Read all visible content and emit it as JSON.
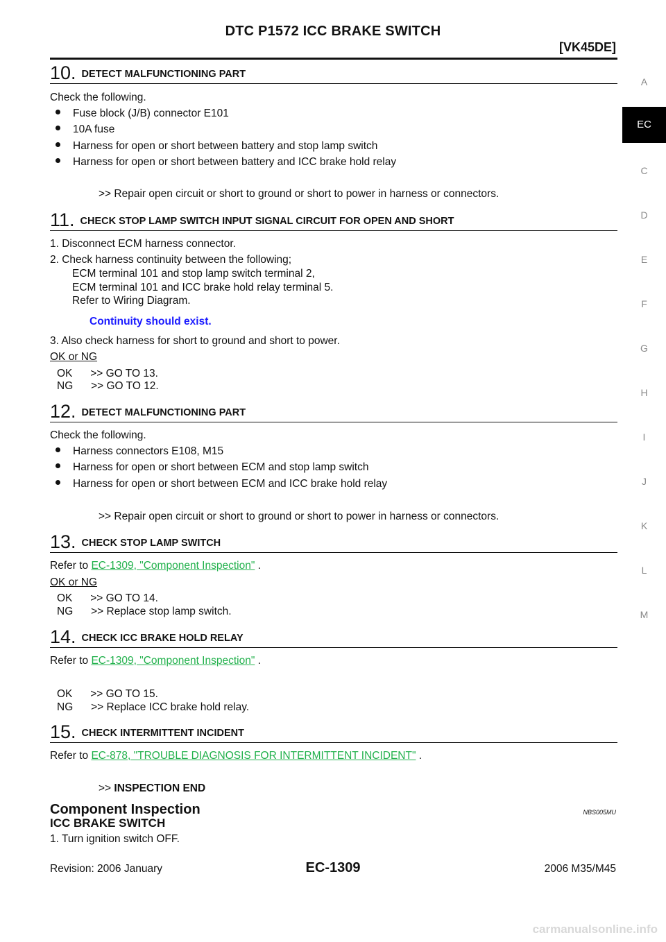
{
  "header": {
    "title": "DTC P1572 ICC BRAKE SWITCH",
    "model": "[VK45DE]"
  },
  "side_tabs": [
    "A",
    "EC",
    "C",
    "D",
    "E",
    "F",
    "G",
    "H",
    "I",
    "J",
    "K",
    "L",
    "M"
  ],
  "steps": {
    "s10": {
      "num": "10.",
      "title": "DETECT MALFUNCTIONING PART",
      "intro": "Check the following.",
      "bullets": [
        "Fuse block (J/B) connector E101",
        "10A fuse",
        "Harness for open or short between battery and stop lamp switch",
        "Harness for open or short between battery and ICC brake hold relay"
      ],
      "result": ">> Repair open circuit or short to ground or short to power in harness or connectors."
    },
    "s11": {
      "num": "11.",
      "title": "CHECK STOP LAMP SWITCH INPUT SIGNAL CIRCUIT FOR OPEN AND SHORT",
      "lines": [
        "1.   Disconnect ECM harness connector.",
        "2.   Check harness continuity between the following;",
        "ECM terminal 101 and stop lamp switch terminal 2,",
        "ECM terminal 101 and ICC brake hold relay terminal 5.",
        "Refer to Wiring Diagram."
      ],
      "spec": "Continuity should exist.",
      "line3": "3.   Also check harness for short to ground and short to power.",
      "oknG": "OK or NG",
      "ok": "OK      >> GO TO 13.",
      "ng": "NG      >> GO TO 12."
    },
    "s12": {
      "num": "12.",
      "title": "DETECT MALFUNCTIONING PART",
      "intro": "Check the following.",
      "bullets": [
        "Harness connectors E108, M15",
        "Harness for open or short between ECM and stop lamp switch",
        "Harness for open or short between ECM and ICC brake hold relay"
      ],
      "result": ">> Repair open circuit or short to ground or short to power in harness or connectors."
    },
    "s13": {
      "num": "13.",
      "title": "CHECK STOP LAMP SWITCH",
      "refer_prefix": "Refer to",
      "refer_link": "EC-1309, \"Component Inspection\"",
      "refer_suffix": ".",
      "oknG": "OK or NG",
      "ok": "OK      >> GO TO 14.",
      "ng": "NG      >> Replace stop lamp switch."
    },
    "s14": {
      "num": "14.",
      "title": "CHECK ICC BRAKE HOLD RELAY",
      "refer_prefix": "Refer to",
      "refer_link": "EC-1309, \"Component Inspection\"",
      "refer_suffix": ".",
      "ok": "OK      >> GO TO 15.",
      "ng": "NG      >> Replace ICC brake hold relay."
    },
    "s15": {
      "num": "15.",
      "title": "CHECK INTERMITTENT INCIDENT",
      "refer_prefix": "Refer to",
      "refer_link": "EC-878, \"TROUBLE DIAGNOSIS FOR INTERMITTENT INCIDENT\"",
      "refer_suffix": ".",
      "end_prefix": ">>",
      "end_text": "INSPECTION END"
    }
  },
  "component_inspection": {
    "title": "Component Inspection",
    "code": "NBS005MU",
    "subtitle": "ICC BRAKE SWITCH",
    "line1": "1.   Turn ignition switch OFF."
  },
  "footer": {
    "revision": "Revision: 2006 January",
    "page": "EC-1309",
    "vehicle": "2006 M35/M45"
  },
  "watermark": "carmanualsonline.info"
}
